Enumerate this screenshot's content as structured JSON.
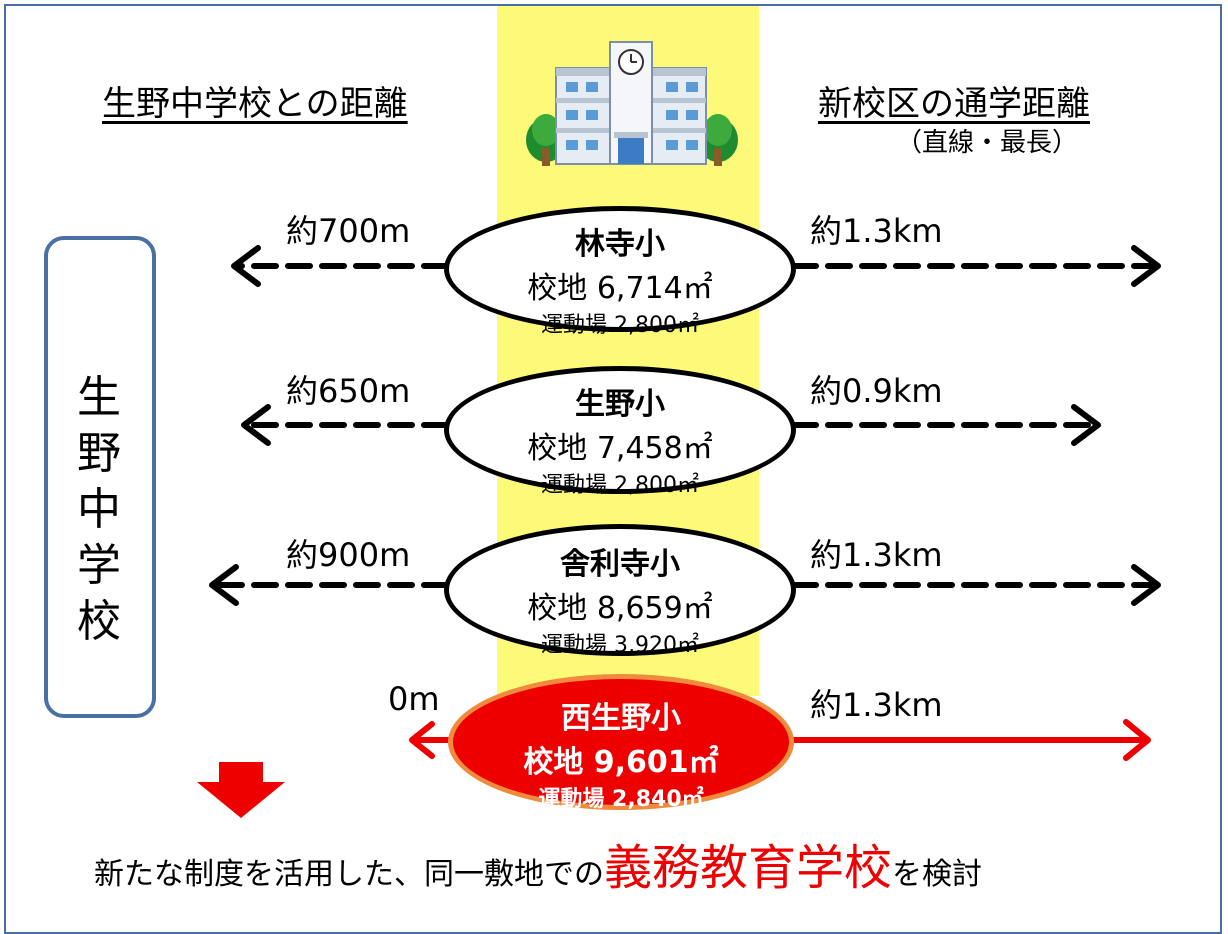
{
  "headings": {
    "left": "生野中学校との距離",
    "right": "新校区の通学距離",
    "right_note": "（直線・最長）"
  },
  "middle_school": {
    "label": "生野中学校",
    "chars": [
      "生",
      "野",
      "中",
      "学",
      "校"
    ]
  },
  "schools": [
    {
      "name": "林寺小",
      "site": "校地 6,714㎡",
      "ground": "運動場 2,800㎡",
      "dist_to_middle": "約700m",
      "commute": "約1.3km",
      "highlight": false
    },
    {
      "name": "生野小",
      "site": "校地 7,458㎡",
      "ground": "運動場 2,800㎡",
      "dist_to_middle": "約650m",
      "commute": "約0.9km",
      "highlight": false
    },
    {
      "name": "舎利寺小",
      "site": "校地 8,659㎡",
      "ground": "運動場 3,920㎡",
      "dist_to_middle": "約900m",
      "commute": "約1.3km",
      "highlight": false
    },
    {
      "name": "西生野小",
      "site": "校地 9,601㎡",
      "ground": "運動場 2,840㎡",
      "dist_to_middle": "0m",
      "commute": "約1.3km",
      "highlight": true
    }
  ],
  "conclusion": {
    "prefix": "新たな制度を活用した、同一敷地での",
    "emphasis": "義務教育学校",
    "suffix": "を検討"
  },
  "colors": {
    "band": "#fdfa7a",
    "highlight": "#ee0000",
    "highlight_border": "#f08a3c",
    "frame": "#4a6fa5"
  }
}
